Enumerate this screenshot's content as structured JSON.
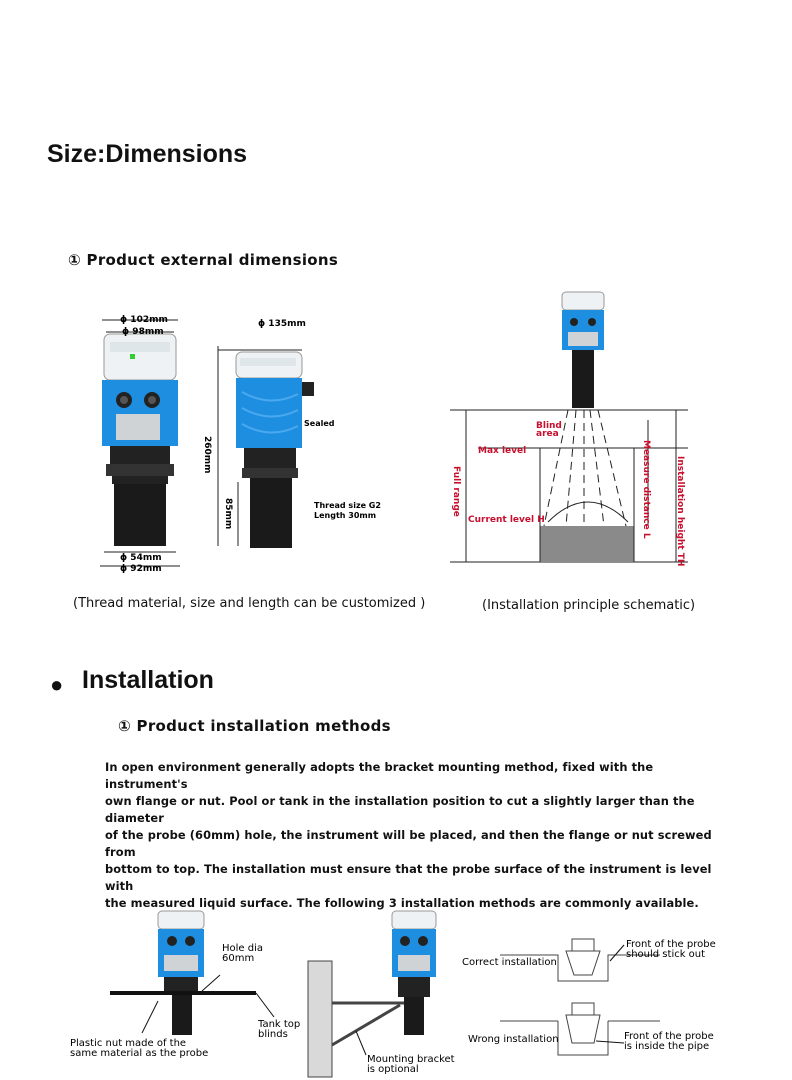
{
  "sections": {
    "size_title": "Size:Dimensions",
    "ext_dims_title": "① Product external dimensions",
    "installation_title": "Installation",
    "install_methods_title": "① Product installation methods"
  },
  "dimensions_figure": {
    "dia_outer": "ϕ 102mm",
    "dia_inner": "ϕ 98mm",
    "dia_side": "ϕ 135mm",
    "height": "260mm",
    "thread_len": "85mm",
    "sealed": "Sealed",
    "thread_size": "Thread size G2",
    "thread_length": "Length 30mm",
    "dia_small": "ϕ 54mm",
    "dia_base": "ϕ 92mm",
    "caption": "(Thread material, size and length can be customized )"
  },
  "schematic": {
    "blind_area_1": "Blind",
    "blind_area_2": "area",
    "max_level": "Max level",
    "full_range": "Full range",
    "current_level": "Current level H",
    "measure_distance": "Measure distance L",
    "installation_height": "Installation height TH",
    "caption": "(Installation principle schematic)"
  },
  "installation_text": [
    "In open environment generally adopts the bracket mounting method, fixed with the instrument's",
    "own flange or nut. Pool or tank in the installation position to cut a slightly larger than the diameter",
    "of the probe (60mm) hole, the instrument will be placed, and then the flange or nut screwed from",
    "bottom to top. The installation must ensure that the probe surface of the instrument is level with",
    "the measured liquid surface. The following 3 installation methods are commonly available."
  ],
  "install_figure": {
    "hole_dia_1": "Hole dia",
    "hole_dia_2": "60mm",
    "tank_top_1": "Tank top",
    "tank_top_2": "blinds",
    "plastic_nut_1": "Plastic nut made of the",
    "plastic_nut_2": "same material as the probe",
    "bracket_1": "Mounting bracket",
    "bracket_2": "is optional",
    "correct": "Correct installation",
    "wrong": "Wrong installation",
    "front_out_1": "Front of the probe",
    "front_out_2": "should stick out",
    "front_in_1": "Front of the probe",
    "front_in_2": "is inside the pipe"
  },
  "colors": {
    "probe_blue": "#1e8fe0",
    "accent_red": "#c8102e",
    "liquid_gray": "#8a8a8a"
  }
}
